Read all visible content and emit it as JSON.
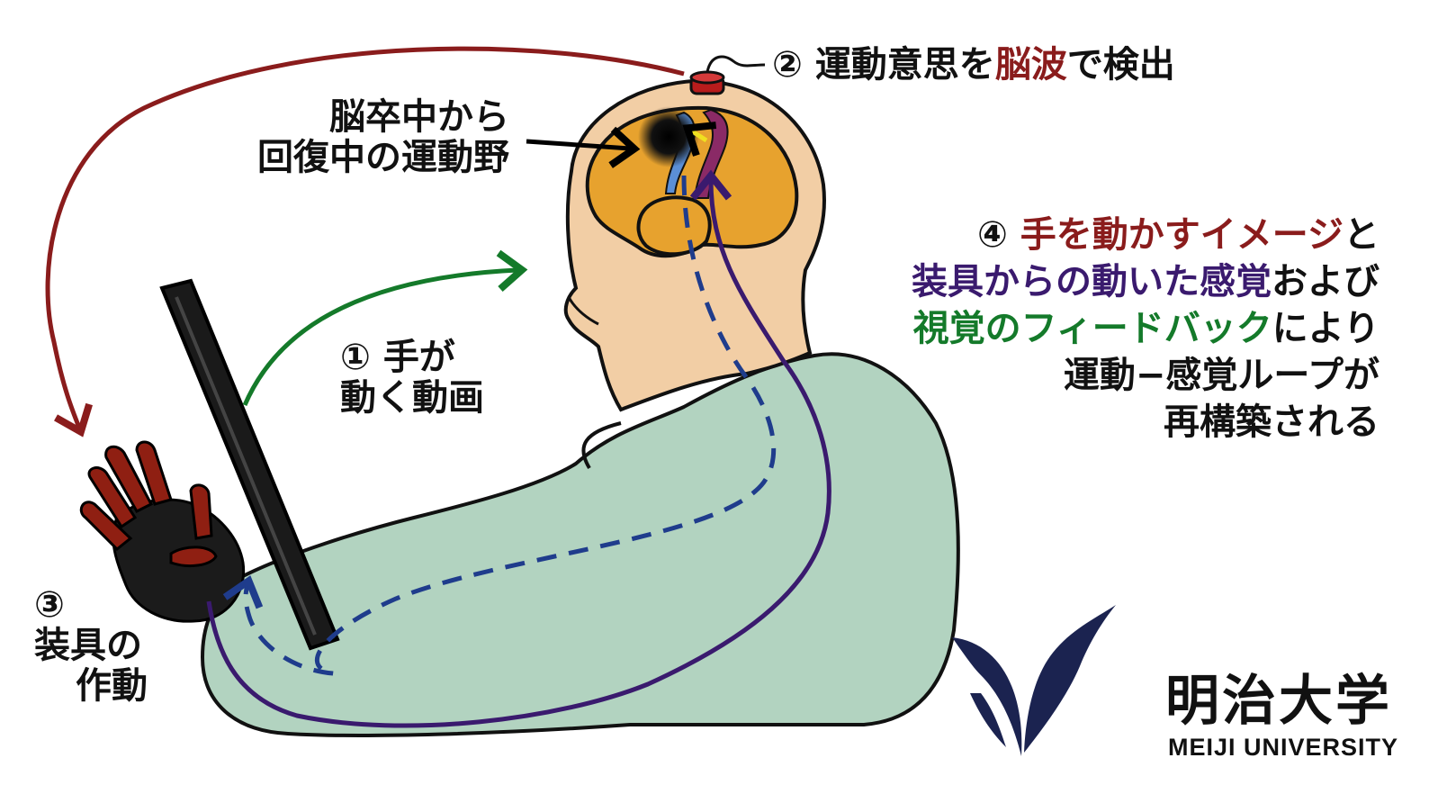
{
  "labels": {
    "step2": {
      "num": "②",
      "text_a": "運動意思を",
      "text_b": "脳波",
      "text_c": "で検出"
    },
    "stroke_area": [
      "脳卒中から",
      "回復中の運動野"
    ],
    "step1": {
      "num": "①",
      "line1": "手が",
      "line2": "動く動画"
    },
    "step3": {
      "num": "③",
      "line1": "装具の",
      "line2": "作動"
    },
    "step4": {
      "num": "④",
      "l1_red": "手を動かすイメージ",
      "l1_black": "と",
      "l2_purple": "装具からの動いた感覚",
      "l2_black": "および",
      "l3_green": "視覚のフィードバック",
      "l3_black": "により",
      "l4": "運動−感覚ループが",
      "l5": "再構築される"
    }
  },
  "logo": {
    "kanji": "明治大学",
    "english": "MEIJI UNIVERSITY"
  },
  "colors": {
    "dark_red": "#8a1c1c",
    "purple": "#3a1a6e",
    "green": "#147a2a",
    "skin": "#f2cea5",
    "brain": "#e7a22e",
    "shirt": "#b2d3c0",
    "navy": "#1b2350"
  }
}
